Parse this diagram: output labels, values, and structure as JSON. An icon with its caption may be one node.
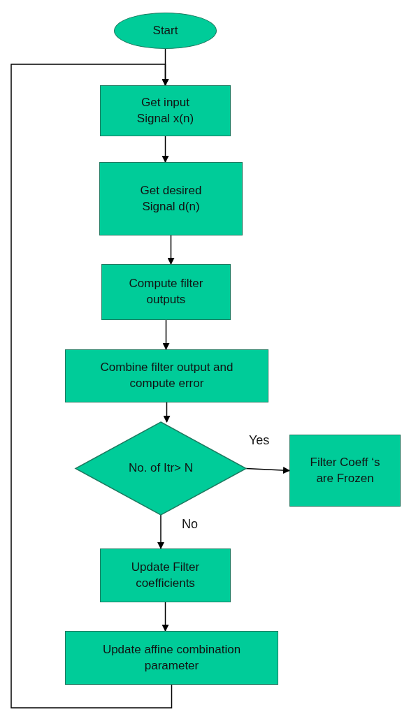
{
  "diagram": {
    "nodes": [
      {
        "text": [
          "Start"
        ]
      },
      {
        "text": [
          "Get input Signal x(n)"
        ]
      },
      {
        "text": [
          "Get desired Signal d(n)"
        ]
      },
      {
        "text": [
          "Compute filter outputs"
        ]
      },
      {
        "text": [
          "Combine filter output and compute error"
        ]
      },
      {
        "text": [
          "No. of Itr> N"
        ]
      },
      {
        "text": [
          "Filter Coeff ‘s are Frozen"
        ]
      },
      {
        "text": [
          "Update Filter coefficients"
        ]
      },
      {
        "text": [
          "Update affine combination parameter"
        ]
      }
    ],
    "edges": [
      {
        "from": 0,
        "to": 1,
        "arrow": "to"
      },
      {
        "from": 1,
        "to": 2,
        "arrow": "to"
      },
      {
        "from": 2,
        "to": 3,
        "arrow": "to"
      },
      {
        "from": 3,
        "to": 4,
        "arrow": "to"
      },
      {
        "from": 4,
        "to": 5,
        "arrow": "to"
      },
      {
        "from": 5,
        "to": 6,
        "arrow": "to",
        "label": "Yes"
      },
      {
        "from": 5,
        "to": 7,
        "arrow": "to",
        "label": "No"
      },
      {
        "from": 7,
        "to": 8,
        "arrow": "to"
      },
      {
        "from": 8,
        "to": 1,
        "arrow": "to"
      }
    ]
  }
}
